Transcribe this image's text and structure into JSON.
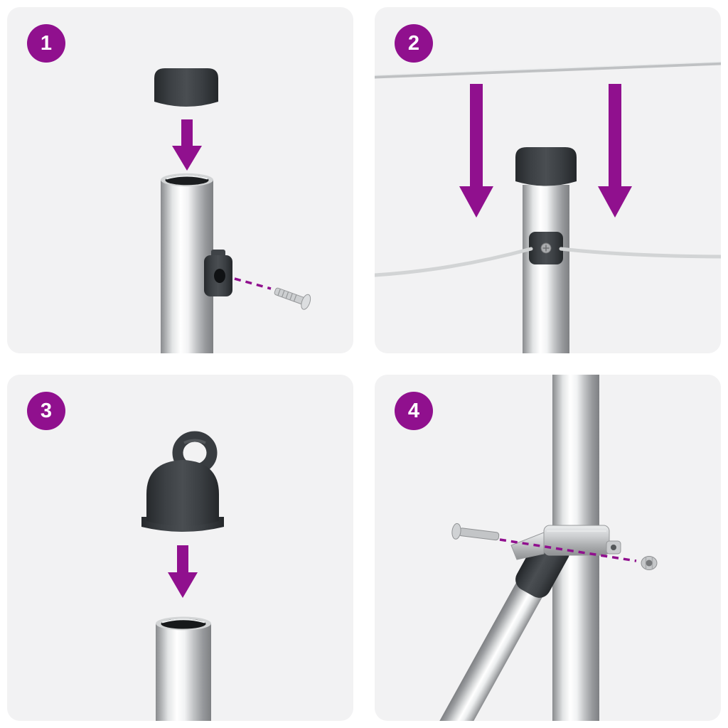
{
  "colors": {
    "accent": "#90108e",
    "panel_background": "#f2f2f3",
    "page_background": "#ffffff",
    "dark_part": "#34383c",
    "chrome_highlight": "#ffffff",
    "chrome_shadow": "#7e8083",
    "wire": "#d2d4d5"
  },
  "steps": [
    {
      "number": "1"
    },
    {
      "number": "2"
    },
    {
      "number": "3"
    },
    {
      "number": "4"
    }
  ]
}
